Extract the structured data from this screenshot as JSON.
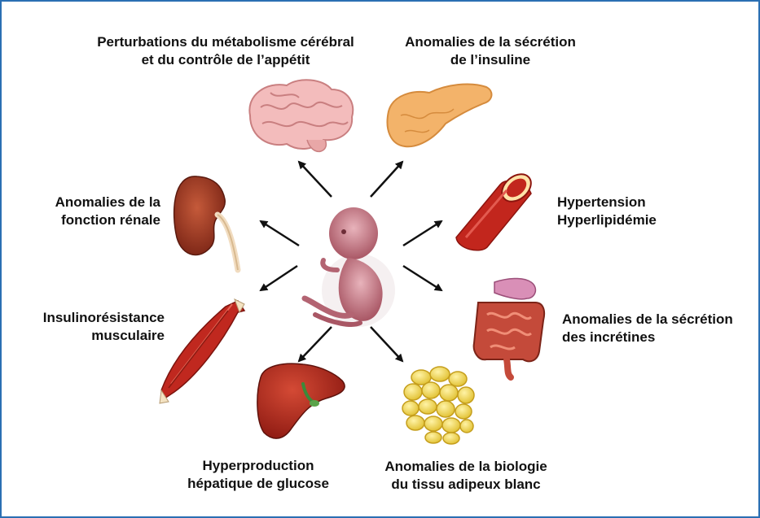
{
  "center": {
    "icon": "fetus-icon"
  },
  "consequences": [
    {
      "id": "brain",
      "icon": "brain-icon",
      "lines": [
        "Perturbations du métabolisme cérébral",
        "et du contrôle de l’appétit"
      ]
    },
    {
      "id": "pancreas",
      "icon": "pancreas-icon",
      "lines": [
        "Anomalies de la sécrétion",
        "de l’insuline"
      ]
    },
    {
      "id": "vessel",
      "icon": "blood-vessel-icon",
      "lines": [
        "Hypertension",
        "Hyperlipidémie"
      ]
    },
    {
      "id": "intestine",
      "icon": "intestine-icon",
      "lines": [
        "Anomalies de la sécrétion",
        "des incrétines"
      ]
    },
    {
      "id": "adipose",
      "icon": "adipose-tissue-icon",
      "lines": [
        "Anomalies de la biologie",
        "du tissu adipeux blanc"
      ]
    },
    {
      "id": "liver",
      "icon": "liver-icon",
      "lines": [
        "Hyperproduction",
        "hépatique de glucose"
      ]
    },
    {
      "id": "muscle",
      "icon": "muscle-icon",
      "lines": [
        "Insulinorésistance",
        "musculaire"
      ]
    },
    {
      "id": "kidney",
      "icon": "kidney-icon",
      "lines": [
        "Anomalies de la",
        "fonction rénale"
      ]
    }
  ],
  "colors": {
    "frame": "#2a6fb3",
    "arrow": "#111111",
    "organ_red": "#b5221b",
    "fat_yellow": "#f2d64b",
    "pancreas_orange": "#f2b36a",
    "brain_pink": "#f0b8b8",
    "fetus_pink": "#c77b86"
  }
}
